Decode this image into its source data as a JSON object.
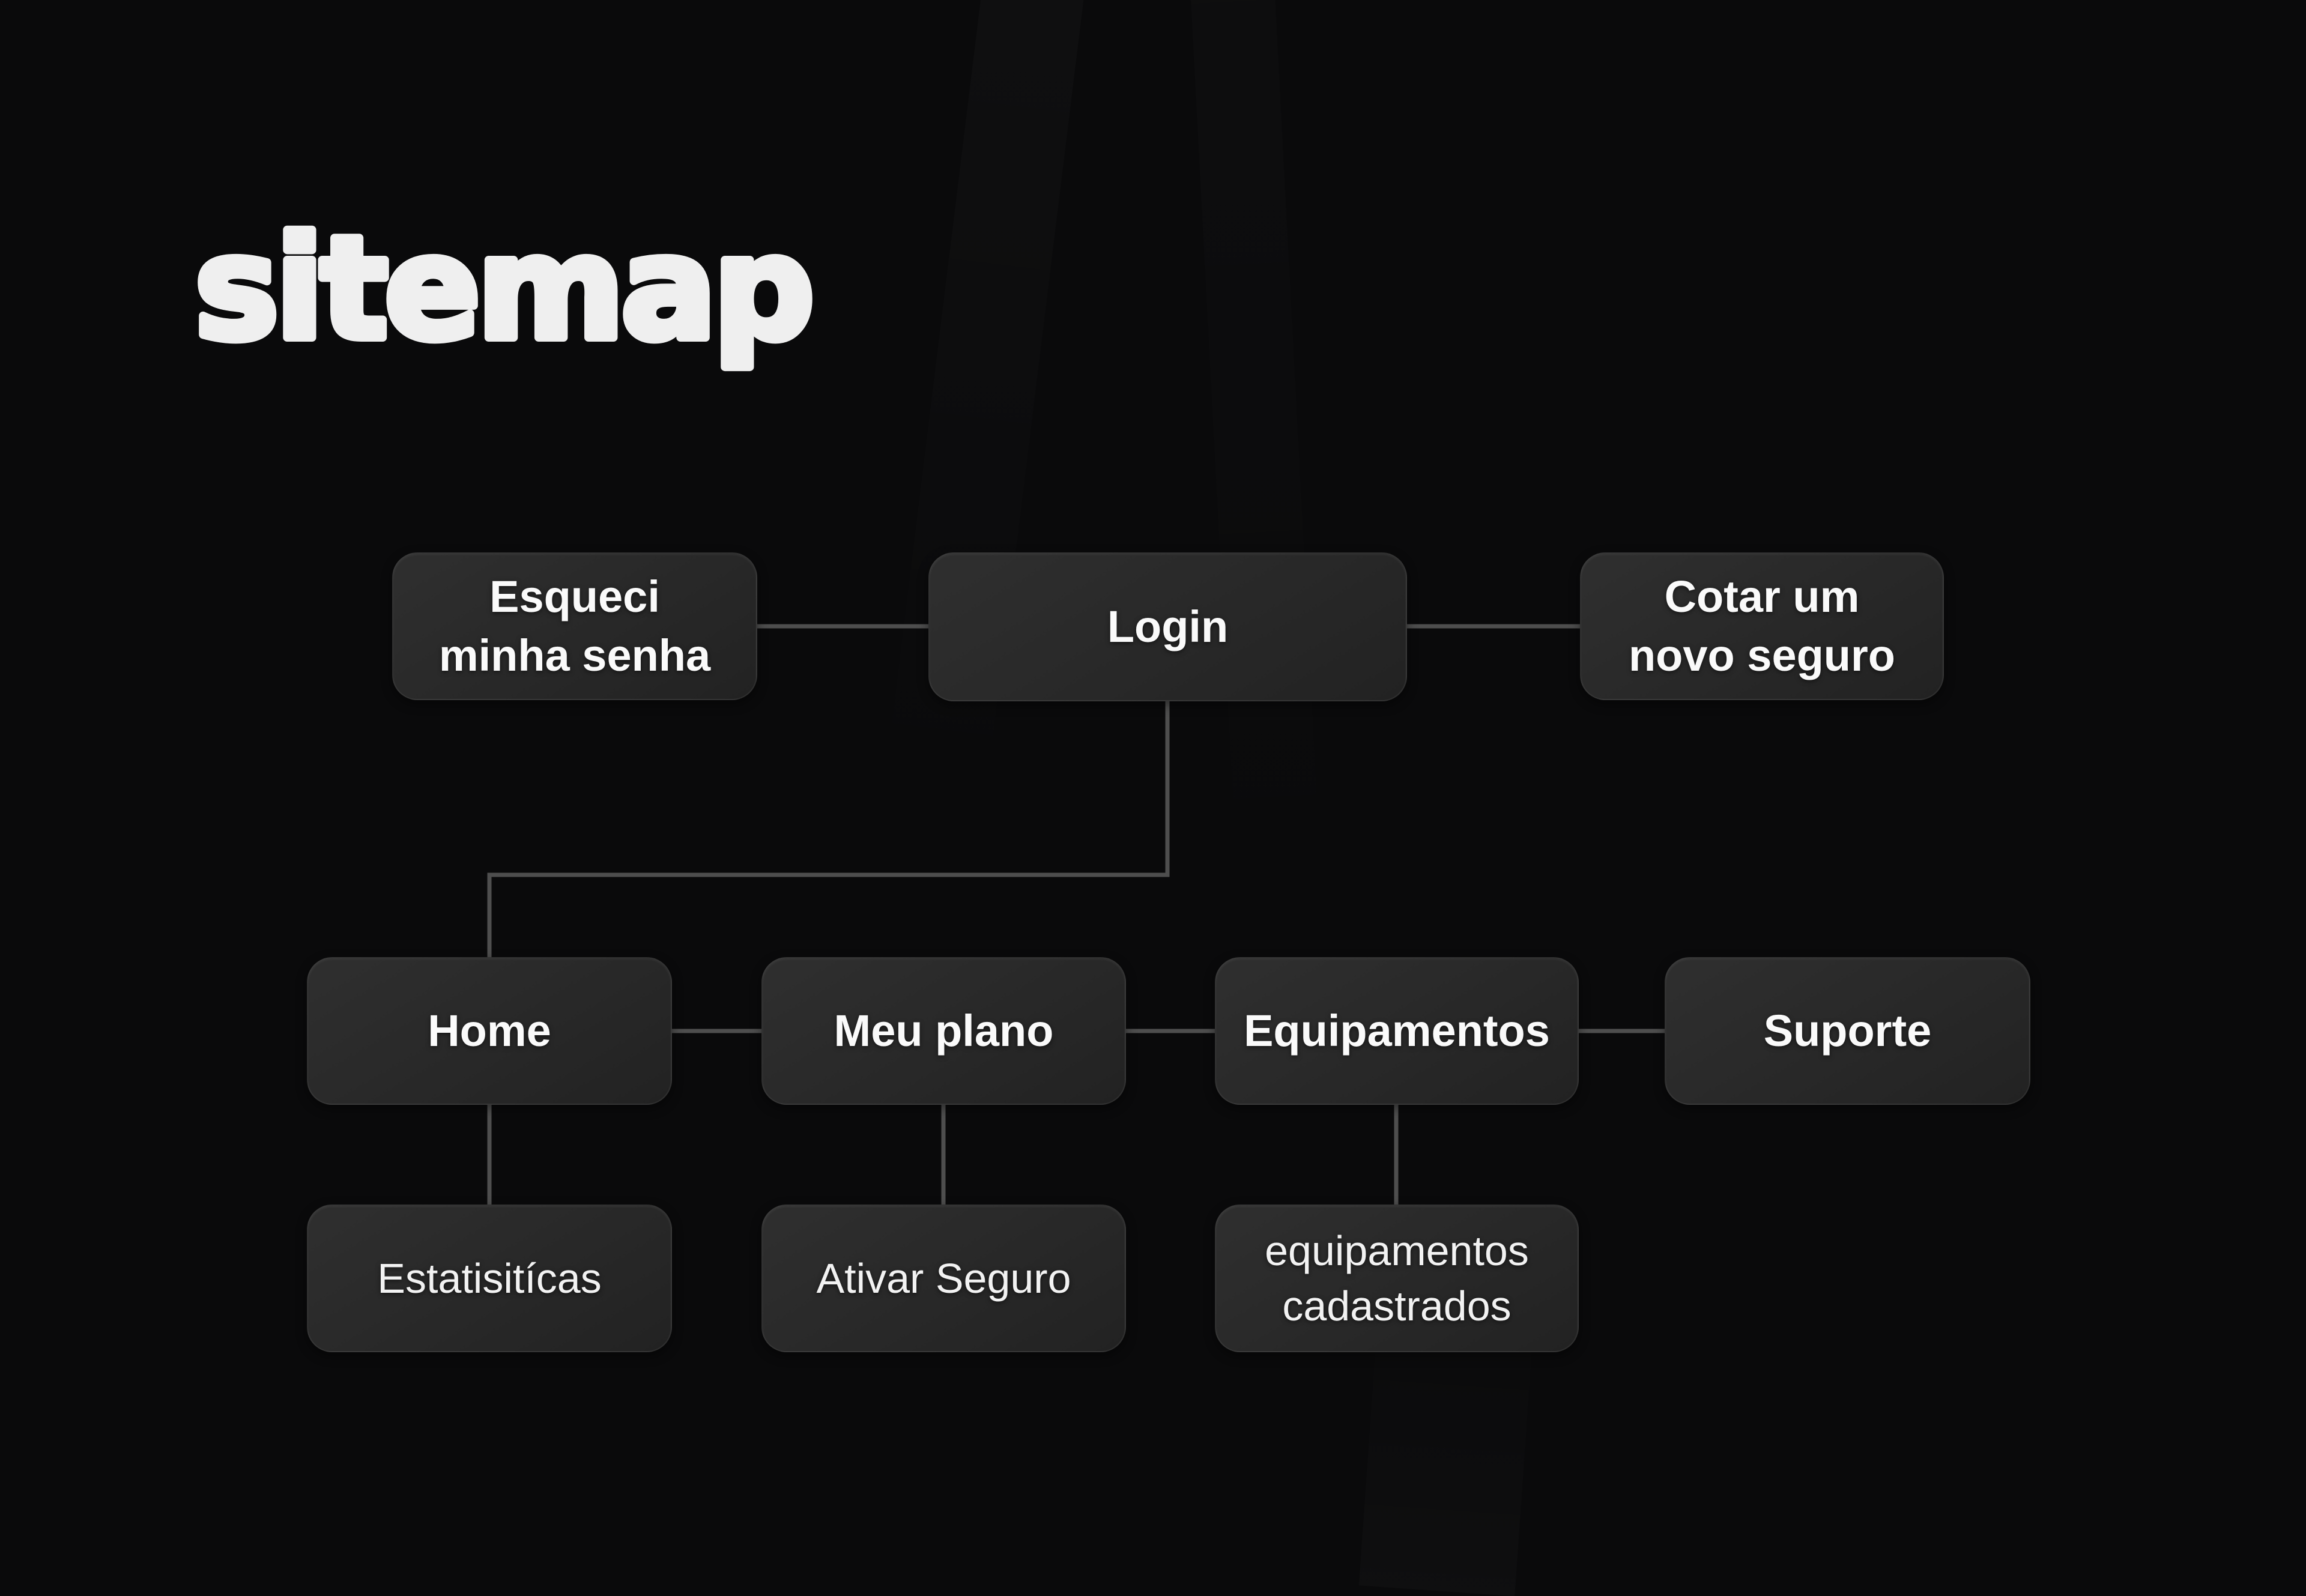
{
  "title": "sitemap",
  "colors": {
    "background": "#0a0a0b",
    "node_fill_top": "#2f2f2f",
    "node_fill_bottom": "#222222",
    "connector_line": "#4e4e4e",
    "label_text": "#fafafa",
    "title_text": "#efefef"
  },
  "nodes": [
    {
      "id": "esqueci-minha-senha",
      "label": "Esqueci\nminha senha",
      "level": 1
    },
    {
      "id": "login",
      "label": "Login",
      "level": 1
    },
    {
      "id": "cotar-um-novo-seguro",
      "label": "Cotar um\nnovo seguro",
      "level": 1
    },
    {
      "id": "home",
      "label": "Home",
      "level": 2
    },
    {
      "id": "meu-plano",
      "label": "Meu plano",
      "level": 2
    },
    {
      "id": "equipamentos",
      "label": "Equipamentos",
      "level": 2
    },
    {
      "id": "suporte",
      "label": "Suporte",
      "level": 2
    },
    {
      "id": "estatisticas",
      "label": "Estatisitícas",
      "level": 3
    },
    {
      "id": "ativar-seguro",
      "label": "Ativar Seguro",
      "level": 3
    },
    {
      "id": "equipamentos-cadastrados",
      "label": "equipamentos\ncadastrados",
      "level": 3
    }
  ],
  "connections": [
    {
      "from": "login",
      "to": "esqueci-minha-senha"
    },
    {
      "from": "login",
      "to": "cotar-um-novo-seguro"
    },
    {
      "from": "login",
      "to": "home"
    },
    {
      "from": "home",
      "to": "meu-plano"
    },
    {
      "from": "meu-plano",
      "to": "equipamentos"
    },
    {
      "from": "equipamentos",
      "to": "suporte"
    },
    {
      "from": "home",
      "to": "estatisticas"
    },
    {
      "from": "meu-plano",
      "to": "ativar-seguro"
    },
    {
      "from": "equipamentos",
      "to": "equipamentos-cadastrados"
    }
  ]
}
